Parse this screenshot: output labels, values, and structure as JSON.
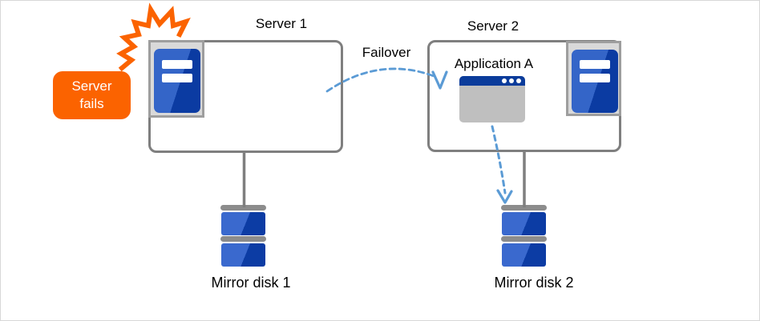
{
  "diagram": {
    "nodes": {
      "server1": {
        "label": "Server 1"
      },
      "server2": {
        "label": "Server 2"
      },
      "application": {
        "label": "Application A"
      },
      "mirror_disk1": {
        "label": "Mirror disk 1"
      },
      "mirror_disk2": {
        "label": "Mirror disk 2"
      }
    },
    "annotations": {
      "failover": {
        "label": "Failover"
      },
      "server_fails": {
        "label": "Server\nfails"
      }
    },
    "icons": {
      "server1_icon": "server-tower-icon",
      "server2_icon": "server-tower-icon",
      "application_icon": "application-window-icon",
      "disk1_icon": "mirror-disk-icon",
      "disk2_icon": "mirror-disk-icon",
      "failure_icon": "explosion-icon"
    },
    "colors": {
      "box_border": "#7f7f7f",
      "icon_frame_fill": "#d9d9d9",
      "icon_frame_border": "#9e9e9e",
      "tower_blue_light": "#3465c8",
      "tower_blue_dark": "#0b3ba2",
      "window_titlebar_blue": "#0b3c9b",
      "window_body_gray": "#bfbfbf",
      "disk_bar_gray": "#8c8c8c",
      "arrow_dash_blue": "#5b9bd5",
      "failure_orange": "#fb6300",
      "connector_gray": "#7f7f7f",
      "text_black": "#000000"
    }
  }
}
